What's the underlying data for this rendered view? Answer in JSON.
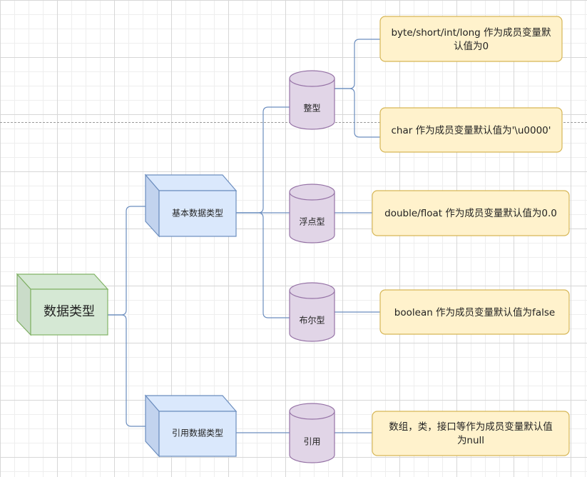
{
  "root": {
    "label": "数据类型"
  },
  "primitive": {
    "label": "基本数据类型"
  },
  "reference": {
    "label": "引用数据类型"
  },
  "types": {
    "integer": "整型",
    "float": "浮点型",
    "boolean": "布尔型",
    "reference": "引用"
  },
  "notes": {
    "integer_line1": "byte/short/int/long 作为成员变量默",
    "integer_line2": "认值为0",
    "char": "char 作为成员变量默认值为'\\u0000'",
    "float": "double/float 作为成员变量默认值为0.0",
    "boolean": "boolean 作为成员变量默认值为false",
    "reference_line1": "数组，类，接口等作为成员变量默认值",
    "reference_line2": "为null"
  },
  "colors": {
    "green_fill": "#d5e8d4",
    "green_stroke": "#82b366",
    "blue_fill": "#dae8fc",
    "blue_stroke": "#6c8ebf",
    "purple_fill": "#e1d5e7",
    "purple_stroke": "#9673a6",
    "yellow_fill": "#fff2cc",
    "yellow_stroke": "#d6b656",
    "edge": "#6c8ebf"
  }
}
